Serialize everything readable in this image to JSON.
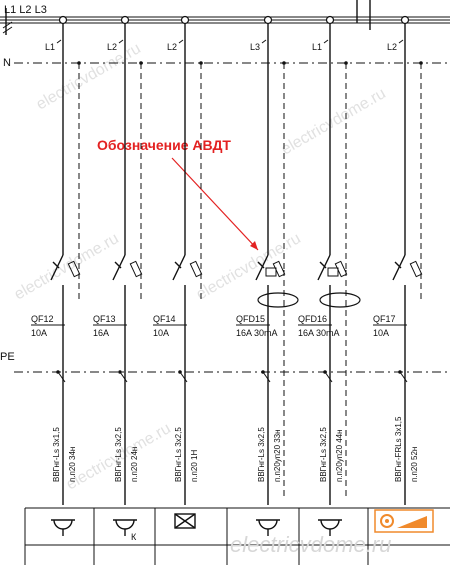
{
  "buses": {
    "phases_label": "L1 L2 L3",
    "neutral_label": "N",
    "pe_label": "PE"
  },
  "callout": {
    "text": "Обозначение АВДТ",
    "color": "#e32222"
  },
  "circuits": [
    {
      "phase": "L1",
      "device": "QF12",
      "rating": "10A",
      "cable": "ВВГнг-Ls 3х1,5",
      "line": "п.п20 34н",
      "load": "lamp-icon"
    },
    {
      "phase": "L2",
      "device": "QF13",
      "rating": "16A",
      "cable": "ВВГнг-Ls 3х2,5",
      "line": "п.п20 24н",
      "load": "lamp-k-icon"
    },
    {
      "phase": "L2",
      "device": "QF14",
      "rating": "10A",
      "cable": "ВВГнг-Ls 3х2,5",
      "line": "п.п20 1Н",
      "load": "crossed-box-icon"
    },
    {
      "phase": "L3",
      "device": "QFD15",
      "rating": "16A 30mA",
      "cable": "ВВГнг-Ls 3х2,5",
      "line": "п.п20уп20 33н",
      "load": "socket-icon"
    },
    {
      "phase": "L1",
      "device": "QFD16",
      "rating": "16A 30mA",
      "cable": "ВВГнг-Ls 3х2,5",
      "line": "п.п20уп20 44н",
      "load": "socket-icon"
    },
    {
      "phase": "L2",
      "device": "QF17",
      "rating": "10A",
      "cable": "ВВГнг-FRLs 3х1,5",
      "line": "п.п20 52н",
      "load": "logo-icon"
    }
  ],
  "watermarks": {
    "diagonal": "electricvdome.ru",
    "bottom": "electricvdome.ru"
  }
}
